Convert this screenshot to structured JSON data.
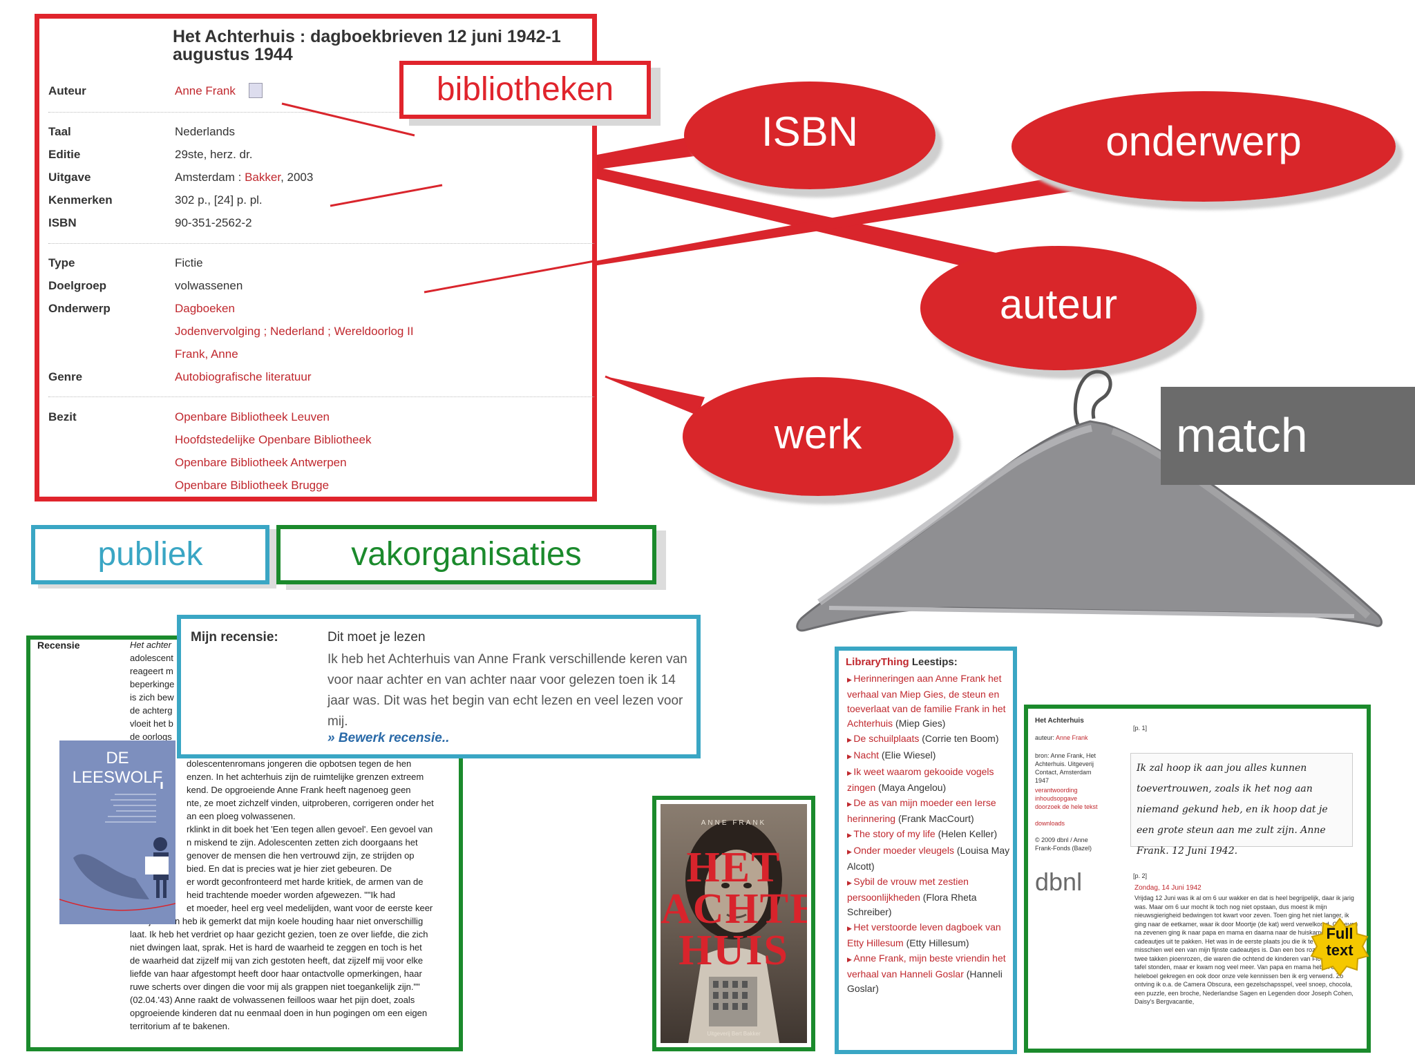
{
  "catalog": {
    "title": "Het Achterhuis : dagboekbrieven 12 juni 1942-1 augustus 1944",
    "rows": [
      {
        "label": "Auteur",
        "value": "Anne Frank"
      },
      {
        "label": "Taal",
        "value": "Nederlands"
      },
      {
        "label": "Editie",
        "value": "29ste, herz. dr."
      },
      {
        "label": "Uitgave",
        "value": "Amsterdam : ",
        "link": "Bakker",
        "suffix": ", 2003"
      },
      {
        "label": "Kenmerken",
        "value": "302 p., [24] p. pl."
      },
      {
        "label": "ISBN",
        "value": "90-351-2562-2"
      },
      {
        "label": "Type",
        "value": "Fictie"
      },
      {
        "label": "Doelgroep",
        "value": "volwassenen"
      },
      {
        "label": "Onderwerp",
        "values": [
          "Dagboeken",
          "Jodenvervolging ; Nederland ; Wereldoorlog II",
          "Frank, Anne"
        ]
      },
      {
        "label": "Genre",
        "value": "Autobiografische literatuur"
      },
      {
        "label": "Bezit",
        "values": [
          "Openbare Bibliotheek Leuven",
          "Hoofdstedelijke Openbare Bibliotheek",
          "Openbare Bibliotheek Antwerpen",
          "Openbare Bibliotheek Brugge"
        ]
      }
    ]
  },
  "labels": {
    "bibliotheken": "bibliotheken",
    "publiek": "publiek",
    "vakorganisaties": "vakorganisaties",
    "match": "match"
  },
  "bubbles": {
    "isbn": "ISBN",
    "onderwerp": "onderwerp",
    "auteur": "auteur",
    "werk": "werk"
  },
  "review": {
    "label": "Recensie",
    "top_lines": [
      "Het achter",
      "adolescent",
      "reageert m",
      "beperkinge",
      "is zich bew",
      "de achterg",
      "vloeit het b",
      "de oorlogs"
    ],
    "body_lines": [
      "dolescentenromans jongeren die opbotsen tegen de hen",
      "enzen. In het achterhuis zijn de ruimtelijke grenzen extreem",
      "kend. De opgroeiende Anne Frank heeft nagenoeg geen",
      "nte, ze moet zichzelf vinden, uitproberen, corrigeren onder het",
      "an een ploeg volwassenen.",
      "",
      "rklinkt in dit boek het 'Een tegen allen gevoel'. Een gevoel van",
      "n miskend te zijn. Adolescenten zetten zich doorgaans het",
      "genover de mensen die hen vertrouwd zijn, ze strijden op",
      "bied. En dat is precies wat je hier ziet gebeuren. De",
      "er wordt geconfronteerd met harde kritiek, de armen van de",
      "heid trachtende moeder worden afgewezen. \"\"Ik had",
      "et moeder, heel erg veel medelijden, want voor de eerste keer",
      "in mijn leven heb ik gemerkt dat mijn koele houding haar niet onverschillig",
      "laat. Ik heb het verdriet op haar gezicht gezien, toen ze over liefde, die zich",
      "niet dwingen laat, sprak. Het is hard de waarheid te zeggen en toch is het",
      "de waarheid dat zijzelf mij van zich gestoten heeft, dat zijzelf mij voor elke",
      "liefde van haar afgestompt heeft door haar ontactvolle opmerkingen, haar",
      "ruwe scherts over dingen die voor mij als grappen niet toegankelijk zijn.\"\"",
      "(02.04.'43) Anne raakt de volwassenen feilloos waar het pijn doet, zoals",
      "opgroeiende kinderen dat nu eenmaal doen in hun pogingen om een eigen",
      "territorium af te bakenen."
    ],
    "book_title": "DE LEESWOLF"
  },
  "my_review": {
    "label": "Mijn recensie:",
    "heading": "Dit moet je lezen",
    "text": "Ik heb het Achterhuis van Anne Frank verschillende keren van voor naar achter en van achter naar voor gelezen toen ik 14 jaar was. Dit was het begin van echt lezen en veel lezen voor mij.",
    "edit_link": "» Bewerk recensie.."
  },
  "cover": {
    "title_line1": "HET",
    "title_line2": "ACHTER",
    "title_line3": "HUIS",
    "author": "ANNE FRANK",
    "publisher": "Uitgeverij Bert Bakker"
  },
  "librarything": {
    "brand": "LibraryThing",
    "title_suffix": " Leestips:",
    "items": [
      {
        "link": "Herinneringen aan Anne Frank het verhaal van Miep Gies, de steun en toeverlaat van de familie Frank in het Achterhuis",
        "author": "(Miep Gies)"
      },
      {
        "link": "De schuilplaats",
        "author": "(Corrie ten Boom)"
      },
      {
        "link": "Nacht",
        "author": "(Elie Wiesel)"
      },
      {
        "link": "Ik weet waarom gekooide vogels zingen",
        "author": "(Maya Angelou)"
      },
      {
        "link": "De as van mijn moeder een Ierse herinnering",
        "author": "(Frank MacCourt)"
      },
      {
        "link": "The story of my life",
        "author": "(Helen Keller)"
      },
      {
        "link": "Onder moeder vleugels",
        "author": "(Louisa May Alcott)"
      },
      {
        "link": "Sybil de vrouw met zestien persoonlijkheden",
        "author": "(Flora Rheta Schreiber)"
      },
      {
        "link": "Het verstoorde leven dagboek van Etty Hillesum",
        "author": "(Etty Hillesum)"
      },
      {
        "link": "Anne Frank, mijn beste vriendin het verhaal van Hanneli Goslar",
        "author": "(Hanneli Goslar)"
      }
    ]
  },
  "dbnl": {
    "title": "Het Achterhuis",
    "auteur_label": "auteur: ",
    "auteur": "Anne Frank",
    "bron": "bron: Anne Frank, Het Achterhuis. Uitgeverij Contact, Amsterdam 1947",
    "links": [
      "verantwoording",
      "inhoudsopgave",
      "doorzoek de hele tekst"
    ],
    "downloads": "downloads",
    "copyright": "© 2009 dbnl / Anne Frank-Fonds (Bazel)",
    "logo": "dbnl",
    "page1": "[p. 1]",
    "page2": "[p. 2]",
    "handwriting": "Ik zal hoop ik aan jou alles kunnen toevertrouwen, zoals ik het nog aan niemand gekund heb, en ik hoop dat je een grote steun aan me zult zijn. Anne Frank. 12 Juni 1942.",
    "date": "Zondag, 14 Juni 1942",
    "body": "Vrijdag 12 Juni was ik al om 6 uur wakker en dat is heel begrijpelijk, daar ik jarig was. Maar om 6 uur mocht ik toch nog niet opstaan, dus moest ik mijn nieuwsgierigheid bedwingen tot kwart voor zeven. Toen ging het niet langer, ik ging naar de eetkamer, waar ik door Moortje (de kat) werd verwelkomd. Om even na zevenen ging ik naar papa en mama en daarna naar de huiskamer, om mijn cadeautjes uit te pakken. Het was in de eerste plaats jou die ik te zien kreeg, wat misschien wel een van mijn fijnste cadeautjes is. Dan een bos rozen, een plantje, twee takken pioenrozen, die waren die ochtend de kinderen van Flora, die op tafel stonden, maar er kwam nog veel meer. Van papa en mama heb ik een heleboel gekregen en ook door onze vele kennissen ben ik erg verwend. Zo ontving ik o.a. de Camera Obscura, een gezelschapsspel, veel snoep, chocola, een puzzle, een broche, Nederlandse Sagen en Legenden door Joseph Cohen, Daisy's Bergvacantie,",
    "badge_line1": "Full",
    "badge_line2": "text"
  },
  "colors": {
    "red": "#e0242c",
    "blue": "#3aa6c4",
    "green": "#1b8a2c",
    "grey": "#6b6b6b"
  }
}
